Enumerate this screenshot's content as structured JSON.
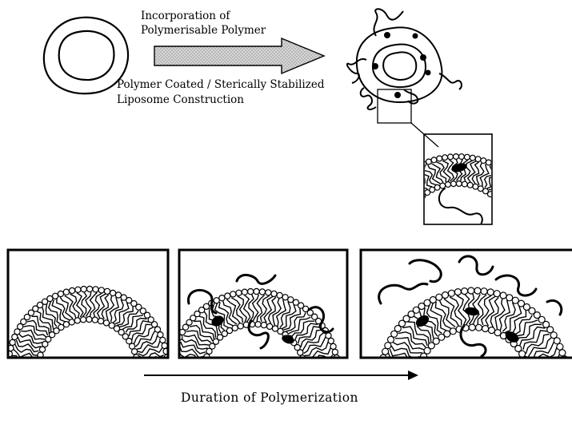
{
  "top": {
    "arrow_label_line1": "Incorporation of",
    "arrow_label_line2": "Polymerisable Polymer",
    "process_label_line1": "Polymer Coated / Sterically Stabilized",
    "process_label_line2": "Liposome Construction"
  },
  "bottom": {
    "axis_label": "Duration of Polymerization"
  },
  "colors": {
    "ink": "#000000",
    "arrow_fill": "#c8c8c8",
    "background": "#ffffff"
  }
}
